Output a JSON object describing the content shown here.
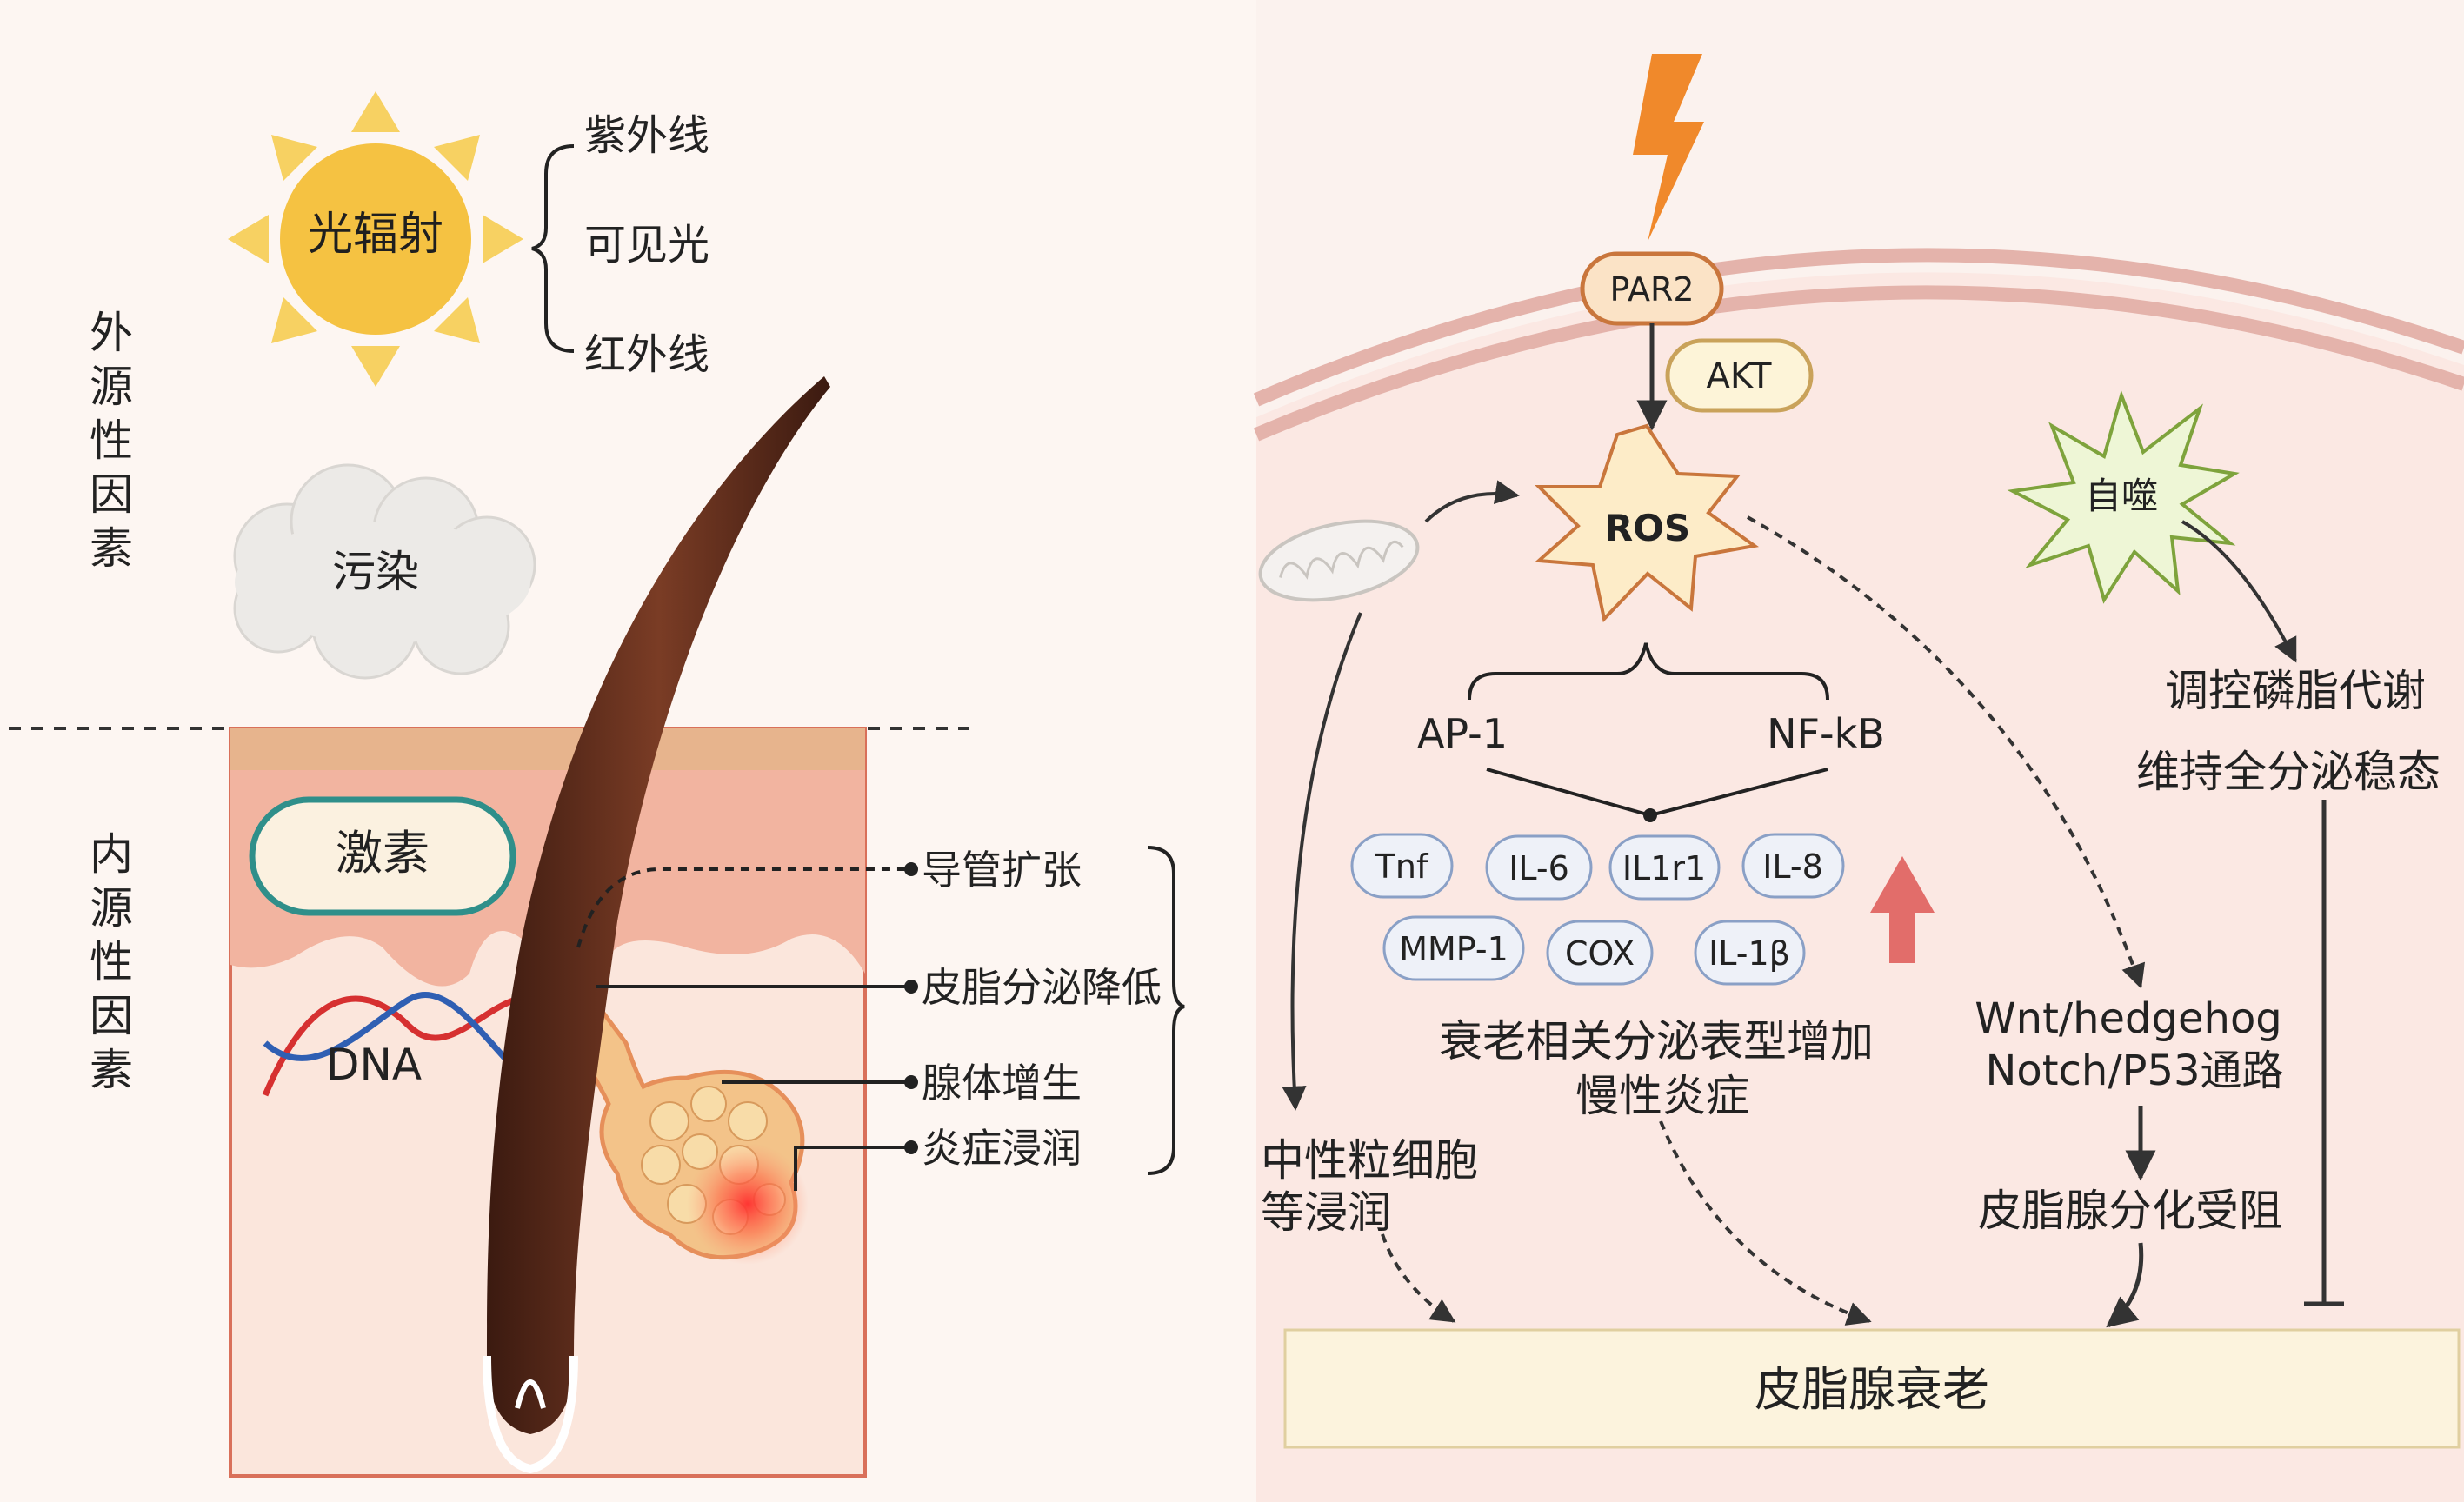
{
  "left": {
    "exogenous_label": [
      "外",
      "源",
      "性",
      "因",
      "素"
    ],
    "endogenous_label": [
      "内",
      "源",
      "性",
      "因",
      "素"
    ],
    "sun_label": "光辐射",
    "radiation_types": [
      "紫外线",
      "可见光",
      "红外线"
    ],
    "pollution_label": "污染",
    "hormone_label": "激素",
    "dna_label": "DNA",
    "effects": [
      "导管扩张",
      "皮脂分泌降低",
      "腺体增生",
      "炎症浸润"
    ]
  },
  "right": {
    "receptor": "PAR2",
    "akt": "AKT",
    "ros": "ROS",
    "autophagy": "自噬",
    "tf_left": "AP-1",
    "tf_right": "NF-kB",
    "cytokines_row1": [
      "Tnf",
      "IL-6",
      "IL1r1",
      "IL-8"
    ],
    "cytokines_row2": [
      "MMP-1",
      "COX",
      "IL-1β"
    ],
    "sasp_line1": "衰老相关分泌表型增加",
    "sasp_line2": "慢性炎症",
    "neutrophil_line1": "中性粒细胞",
    "neutrophil_line2": "等浸润",
    "pathway_line1": "Wnt/hedgehog",
    "pathway_line2": "Notch/P53通路",
    "differentiation": "皮脂腺分化受阻",
    "autophagy_effect1": "调控磷脂代谢",
    "autophagy_effect2": "维持全分泌稳态",
    "outcome": "皮脂腺衰老"
  },
  "colors": {
    "background": "#fdf6f2",
    "sun": "#f5c242",
    "sun_ray": "#f7d162",
    "skin_top": "#e7b48d",
    "skin": "#f2b4a0",
    "membrane": "#e4b3ab",
    "bolt": "#f0892b",
    "ros_fill": "#fdecc8",
    "autophagy_fill": "#eef6d6",
    "upregulation_arrow": "#e26d6a",
    "outcome_fill": "#fcf3dd",
    "hormone_border": "#2f8f8a"
  }
}
